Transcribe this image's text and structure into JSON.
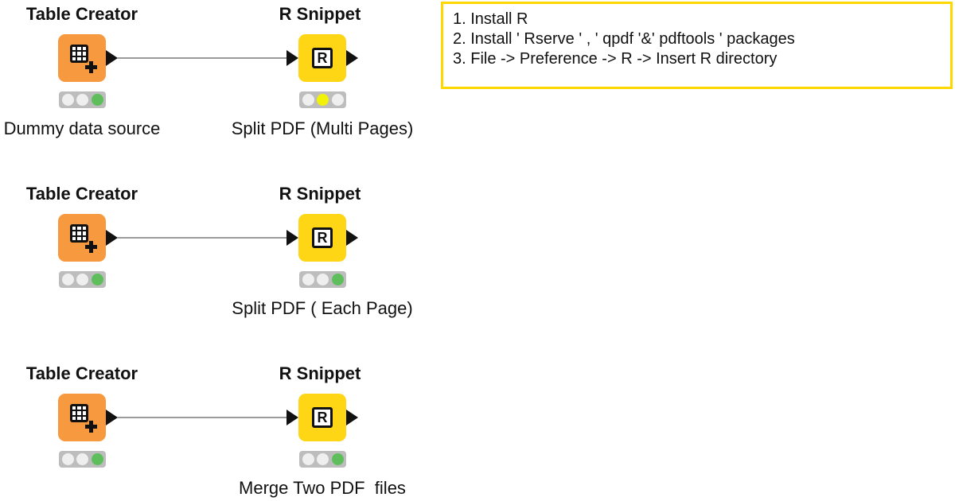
{
  "colors": {
    "node_orange": "#F7993E",
    "node_yellow": "#FFD615",
    "annotation_border": "#FFD800",
    "light_bg": "#BDBDBD",
    "light_off": "#EFEFEF",
    "light_green": "#5DBE5B",
    "light_yellow": "#F2F207",
    "connector": "#9B9B9B",
    "port": "#111111",
    "text": "#111111"
  },
  "annotation": {
    "lines": [
      "1. Install R",
      "2. Install ' Rserve ' , ' qpdf '&' pdftools ' packages",
      "3. File -> Preference -> R -> Insert R directory"
    ]
  },
  "rows": [
    {
      "source_title": "Table Creator",
      "target_title": "R Snippet",
      "source_label": "Dummy data source",
      "target_label": "Split PDF (Multi Pages)",
      "source_status": "green",
      "target_status": "yellow"
    },
    {
      "source_title": "Table Creator",
      "target_title": "R Snippet",
      "source_label": "",
      "target_label": "Split PDF ( Each Page)",
      "source_status": "green",
      "target_status": "green"
    },
    {
      "source_title": "Table Creator",
      "target_title": "R Snippet",
      "source_label": "",
      "target_label": "Merge Two PDF  files",
      "source_status": "green",
      "target_status": "green"
    }
  ]
}
